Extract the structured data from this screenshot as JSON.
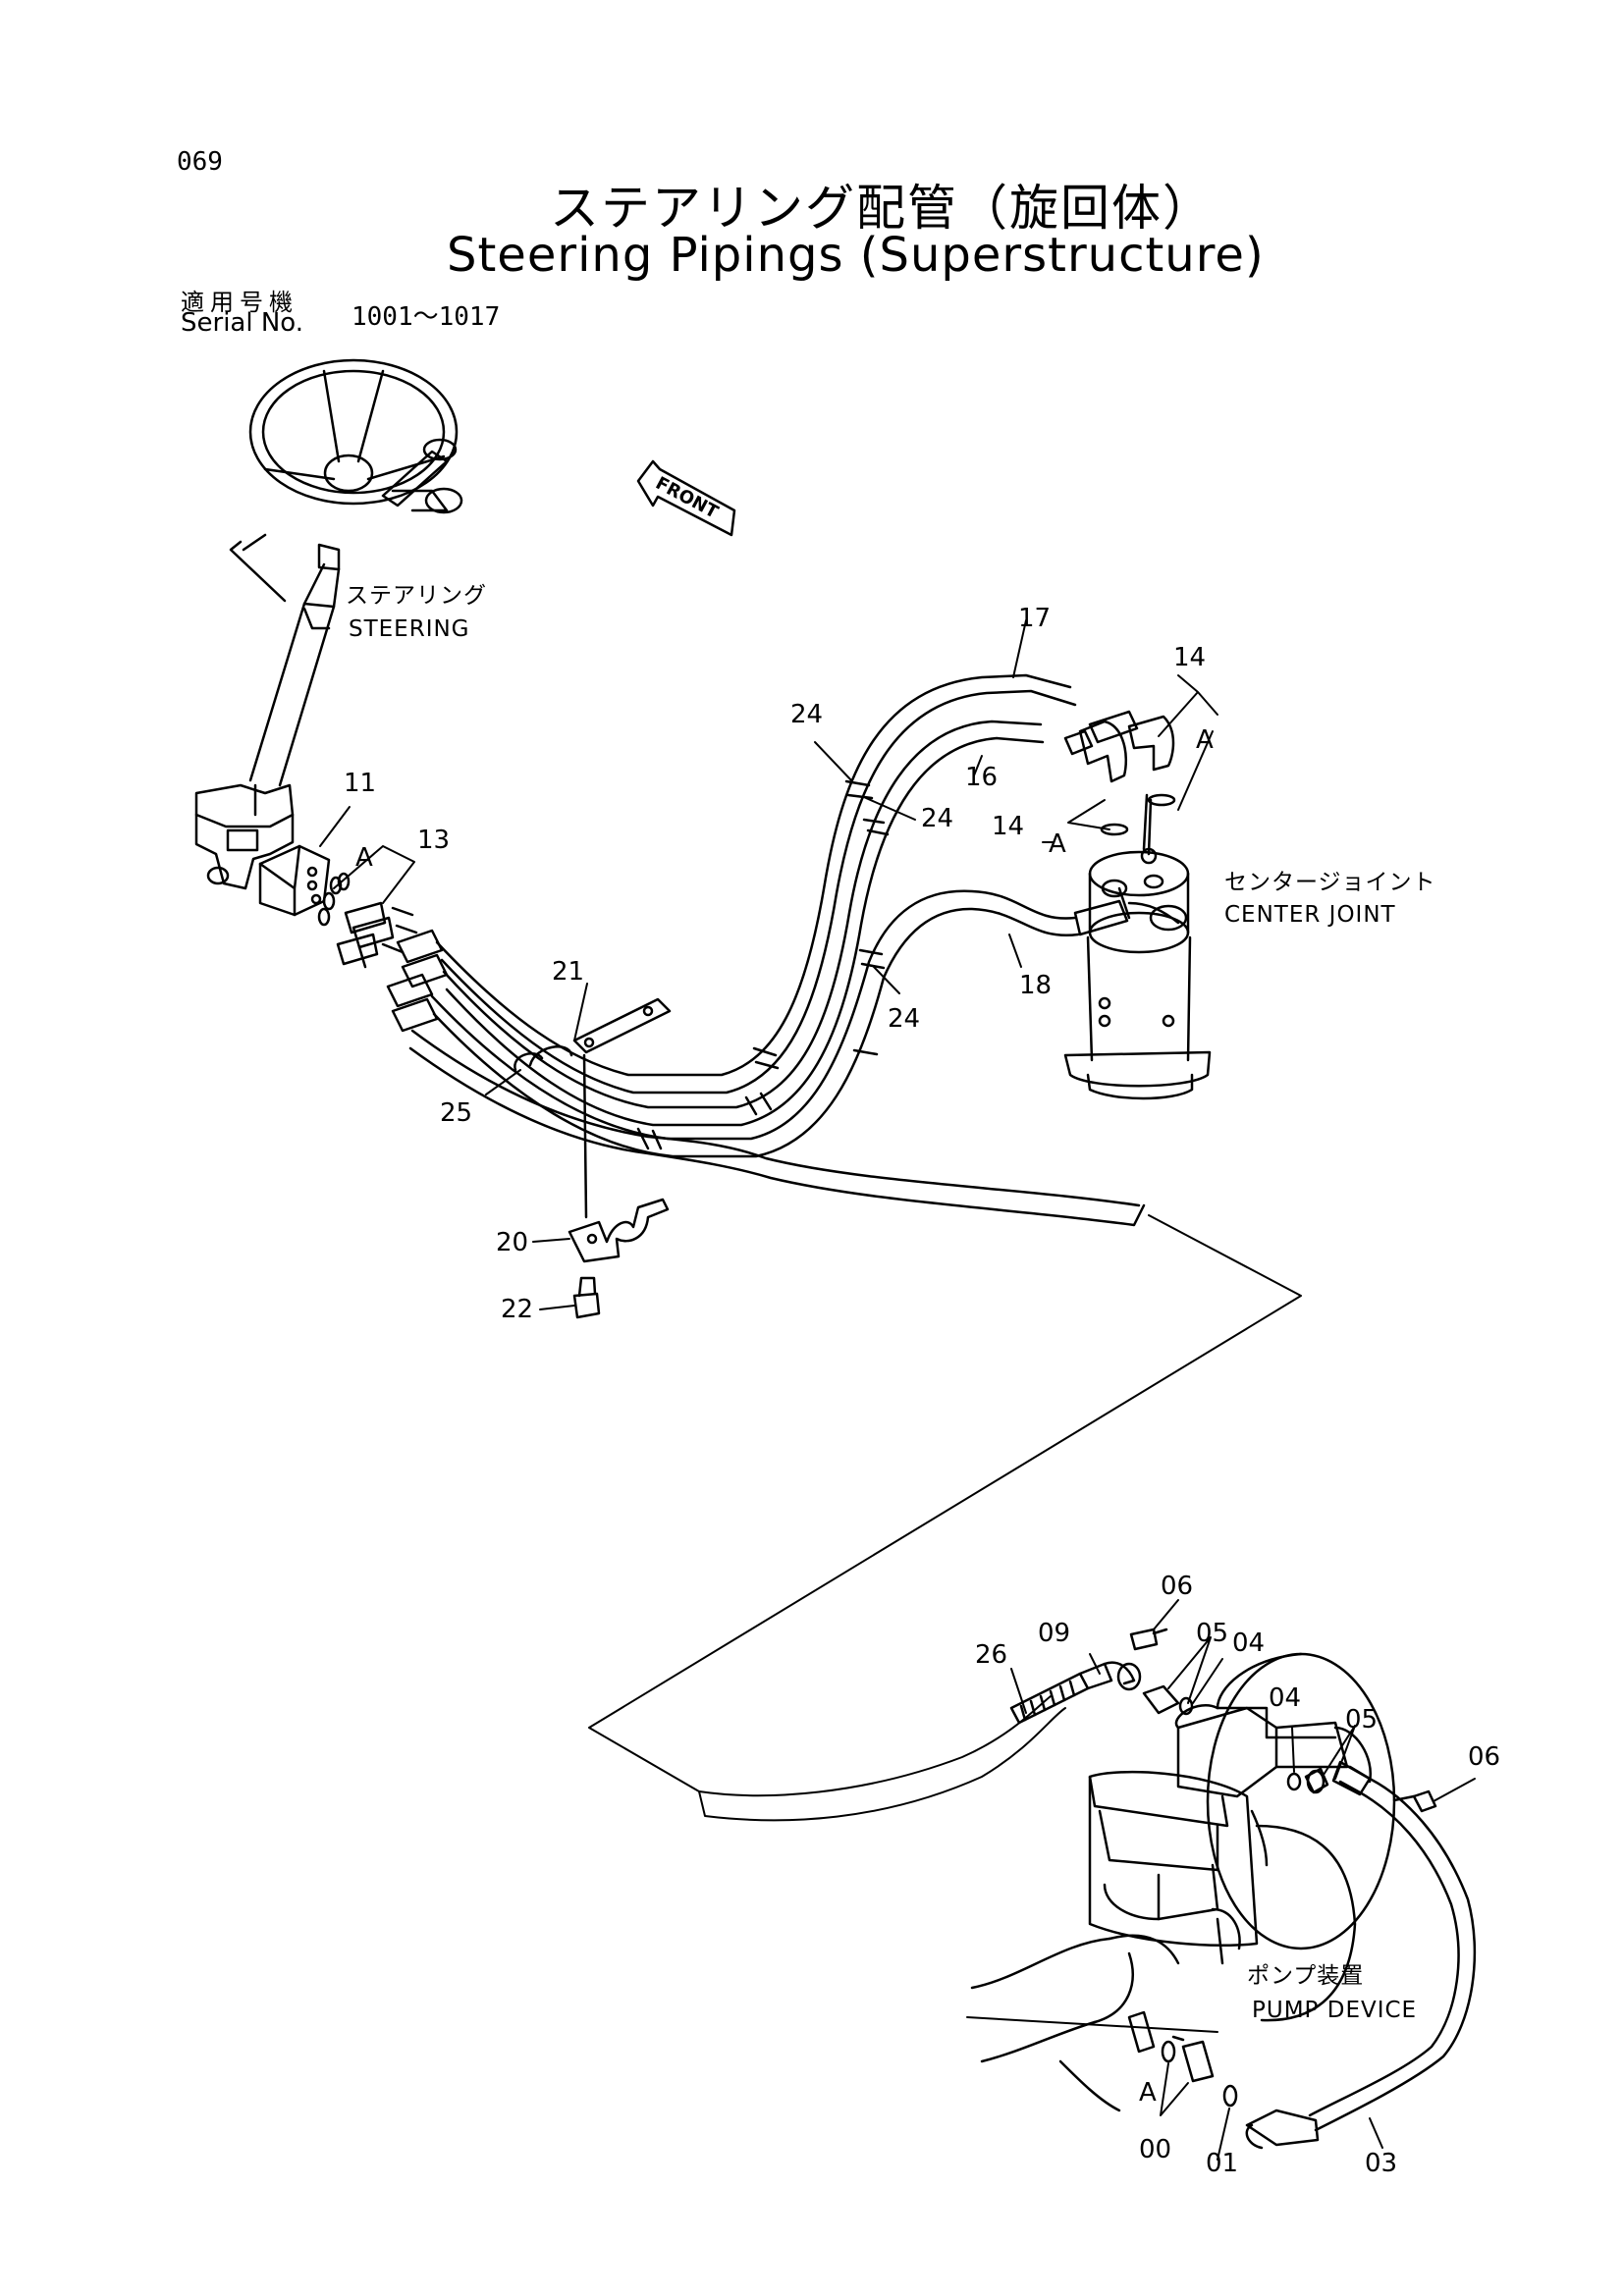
{
  "page_number": "069",
  "title_jp": "ステアリング配管（旋回体）",
  "title_en": "Steering Pipings (Superstructure)",
  "serial_label_jp": "適用号機",
  "serial_label_en": "Serial No.",
  "serial_range": "1001～1017",
  "front_label": "FRONT",
  "component_labels": {
    "steering_jp": "ステアリング",
    "steering_en": "STEERING",
    "center_joint_jp": "センタージョイント",
    "center_joint_en": "CENTER JOINT",
    "pump_jp": "ポンプ装置",
    "pump_en": "PUMP DEVICE"
  },
  "callouts": {
    "p11": "11",
    "p13": "13",
    "a1": "A",
    "p17": "17",
    "p24a": "24",
    "p24b": "24",
    "p16": "16",
    "p14a": "14",
    "pA2": "A",
    "p14b": "14",
    "pA3": "A",
    "p21": "21",
    "p18": "18",
    "p24c": "24",
    "p25": "25",
    "p20": "20",
    "p22": "22",
    "p06a": "06",
    "p26": "26",
    "p09": "09",
    "p05a": "05",
    "p04a": "04",
    "p04b": "04",
    "p05b": "05",
    "p06b": "06",
    "pA4": "A",
    "p00": "00",
    "p01": "01",
    "p03": "03"
  },
  "colors": {
    "ink": "#000000",
    "paper": "#ffffff"
  }
}
